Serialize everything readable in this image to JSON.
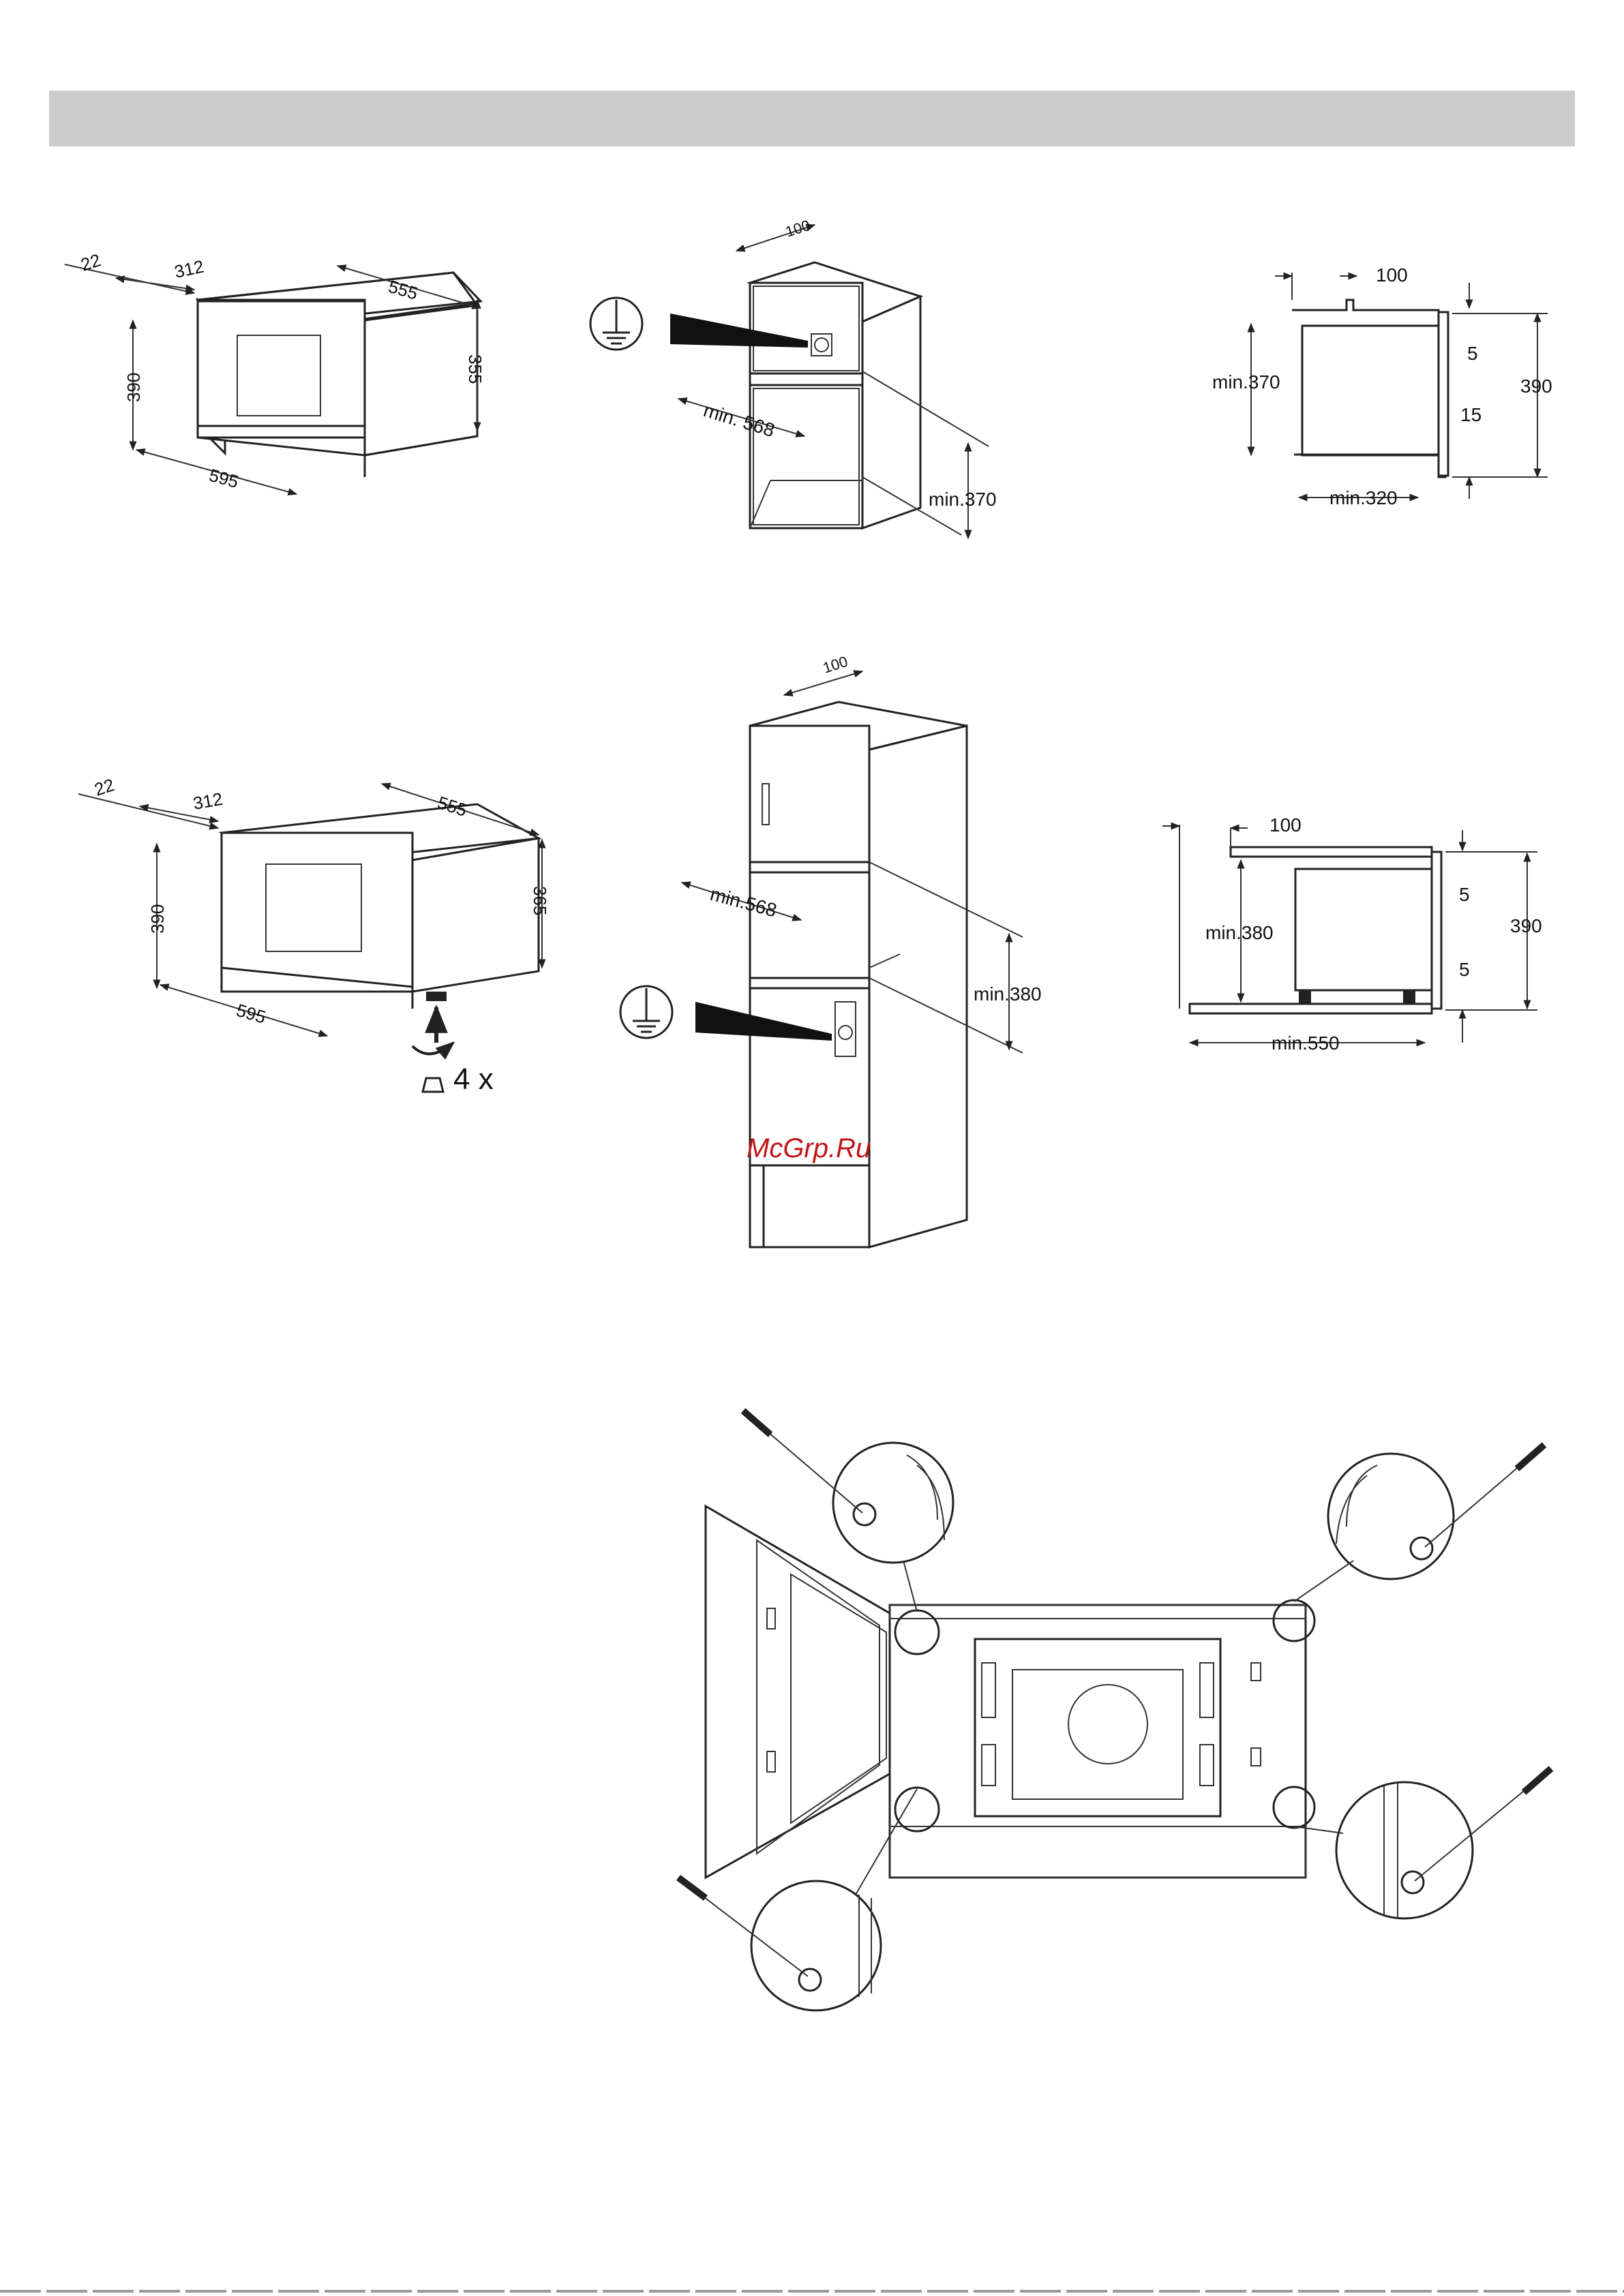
{
  "diagram1": {
    "d22": "22",
    "d312": "312",
    "d555": "555",
    "d390": "390",
    "d355": "355",
    "d595": "595"
  },
  "diagram2": {
    "d100": "100",
    "dmin568": "min. 568",
    "dmin370": "min.370"
  },
  "diagram3": {
    "d100": "100",
    "dmin370": "min.370",
    "d5": "5",
    "d15": "15",
    "d390": "390",
    "dmin320": "min.320"
  },
  "diagram4": {
    "d22": "22",
    "d312": "312",
    "d555": "555",
    "d390": "390",
    "d365": "365",
    "d595": "595",
    "feet": "4 x"
  },
  "diagram5": {
    "d100": "100",
    "dmin568": "min.568",
    "dmin380": "min.380"
  },
  "diagram6": {
    "d100": "100",
    "dmin380": "min.380",
    "d5a": "5",
    "d5b": "5",
    "d390": "390",
    "dmin550": "min.550"
  },
  "watermark": "McGrp.Ru"
}
